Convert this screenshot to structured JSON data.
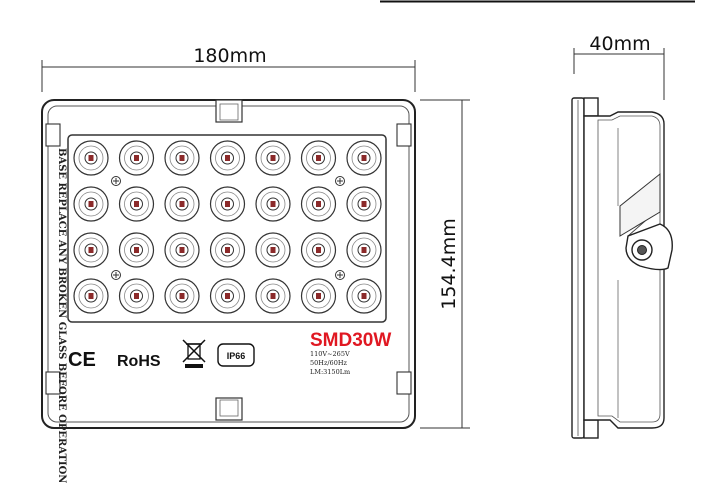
{
  "dimensions": {
    "width": "180mm",
    "height": "154.4mm",
    "depth": "40mm"
  },
  "warning_text": "BASE REPLACE ANY BROKEN GLASS BEFORE OPERATION",
  "certifications": {
    "ce": "CE",
    "rohs": "RoHS",
    "ip": "IP66"
  },
  "model": {
    "name": "SMD30W",
    "voltage": "110V~265V",
    "frequency": "50Hz/60Hz",
    "lumen": "LM:3150Lm"
  },
  "led_grid": {
    "rows": 4,
    "cols": 7
  },
  "colors": {
    "model_red": "#e01822",
    "line": "#222222",
    "led_dot": "#8b2a2a"
  }
}
